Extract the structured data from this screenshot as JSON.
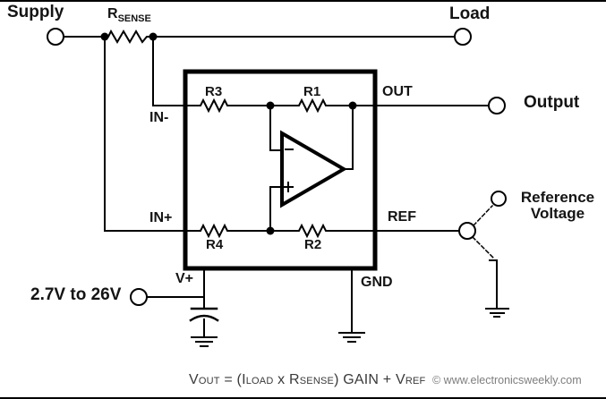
{
  "labels": {
    "supply": "Supply",
    "rsense_main": "R",
    "rsense_sub": "SENSE",
    "load": "Load",
    "in_minus": "IN-",
    "in_plus": "IN+",
    "r3": "R3",
    "r1": "R1",
    "r4": "R4",
    "r2": "R2",
    "out": "OUT",
    "output": "Output",
    "ref": "REF",
    "reference_line1": "Reference",
    "reference_line2": "Voltage",
    "vplus": "V+",
    "gnd": "GND",
    "supply_range": "2.7V to 26V"
  },
  "formula": {
    "v": "V",
    "v_sub": "OUT",
    "eq": " = (",
    "i": "I",
    "i_sub": "LOAD",
    "times": " x ",
    "r": "R",
    "r_sub": "SENSE",
    "close": ") GAIN + ",
    "v2": "V",
    "v2_sub": "REF"
  },
  "watermark": "© www.electronicsweekly.com",
  "colors": {
    "line": "#000000",
    "label": "#141414",
    "formula": "#3a3a3a",
    "watermark": "#7e7e7e",
    "background": "#ffffff"
  },
  "symbols": {
    "opamp": "op-amp triangle with - and + inputs",
    "terminals": [
      "supply",
      "load",
      "output",
      "reference-voltage",
      "ref-switch-node",
      "supply-voltage-input"
    ],
    "grounds": [
      "vplus-decoupling-ground",
      "gnd-pin-ground",
      "reference-ground"
    ]
  }
}
